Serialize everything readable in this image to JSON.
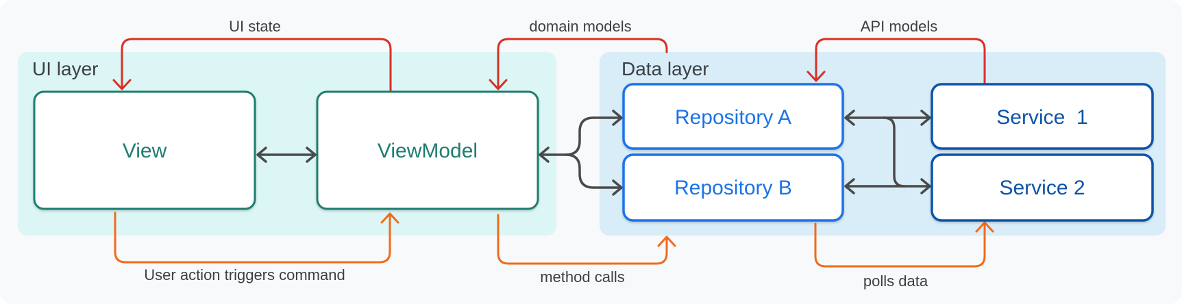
{
  "layers": {
    "ui": {
      "title": "UI layer"
    },
    "data": {
      "title": "Data layer"
    }
  },
  "nodes": {
    "view": "View",
    "viewmodel": "ViewModel",
    "repo_a": "Repository A",
    "repo_b": "Repository B",
    "service_1": "Service  1",
    "service_2": "Service 2"
  },
  "edges": {
    "ui_state": "UI state",
    "domain_models": "domain models",
    "api_models": "API models",
    "user_action": "User action triggers command",
    "method_calls": "method calls",
    "polls_data": "polls data"
  },
  "colors": {
    "page_bg": "#f8f9fa",
    "ui_layer_bg": "#dbf6f4",
    "data_layer_bg": "#d8edf8",
    "ui_node_border": "#1e7d70",
    "ui_node_text": "#1e7d70",
    "repo_border": "#1a73e8",
    "repo_text": "#1a73e8",
    "service_border": "#0b53a8",
    "service_text": "#0b53a8",
    "red_arrow": "#d93025",
    "orange_arrow": "#f26a1b",
    "gray_arrow": "#4a4a4a",
    "label_text": "#3c4043",
    "layer_title_text": "#3c4043"
  }
}
